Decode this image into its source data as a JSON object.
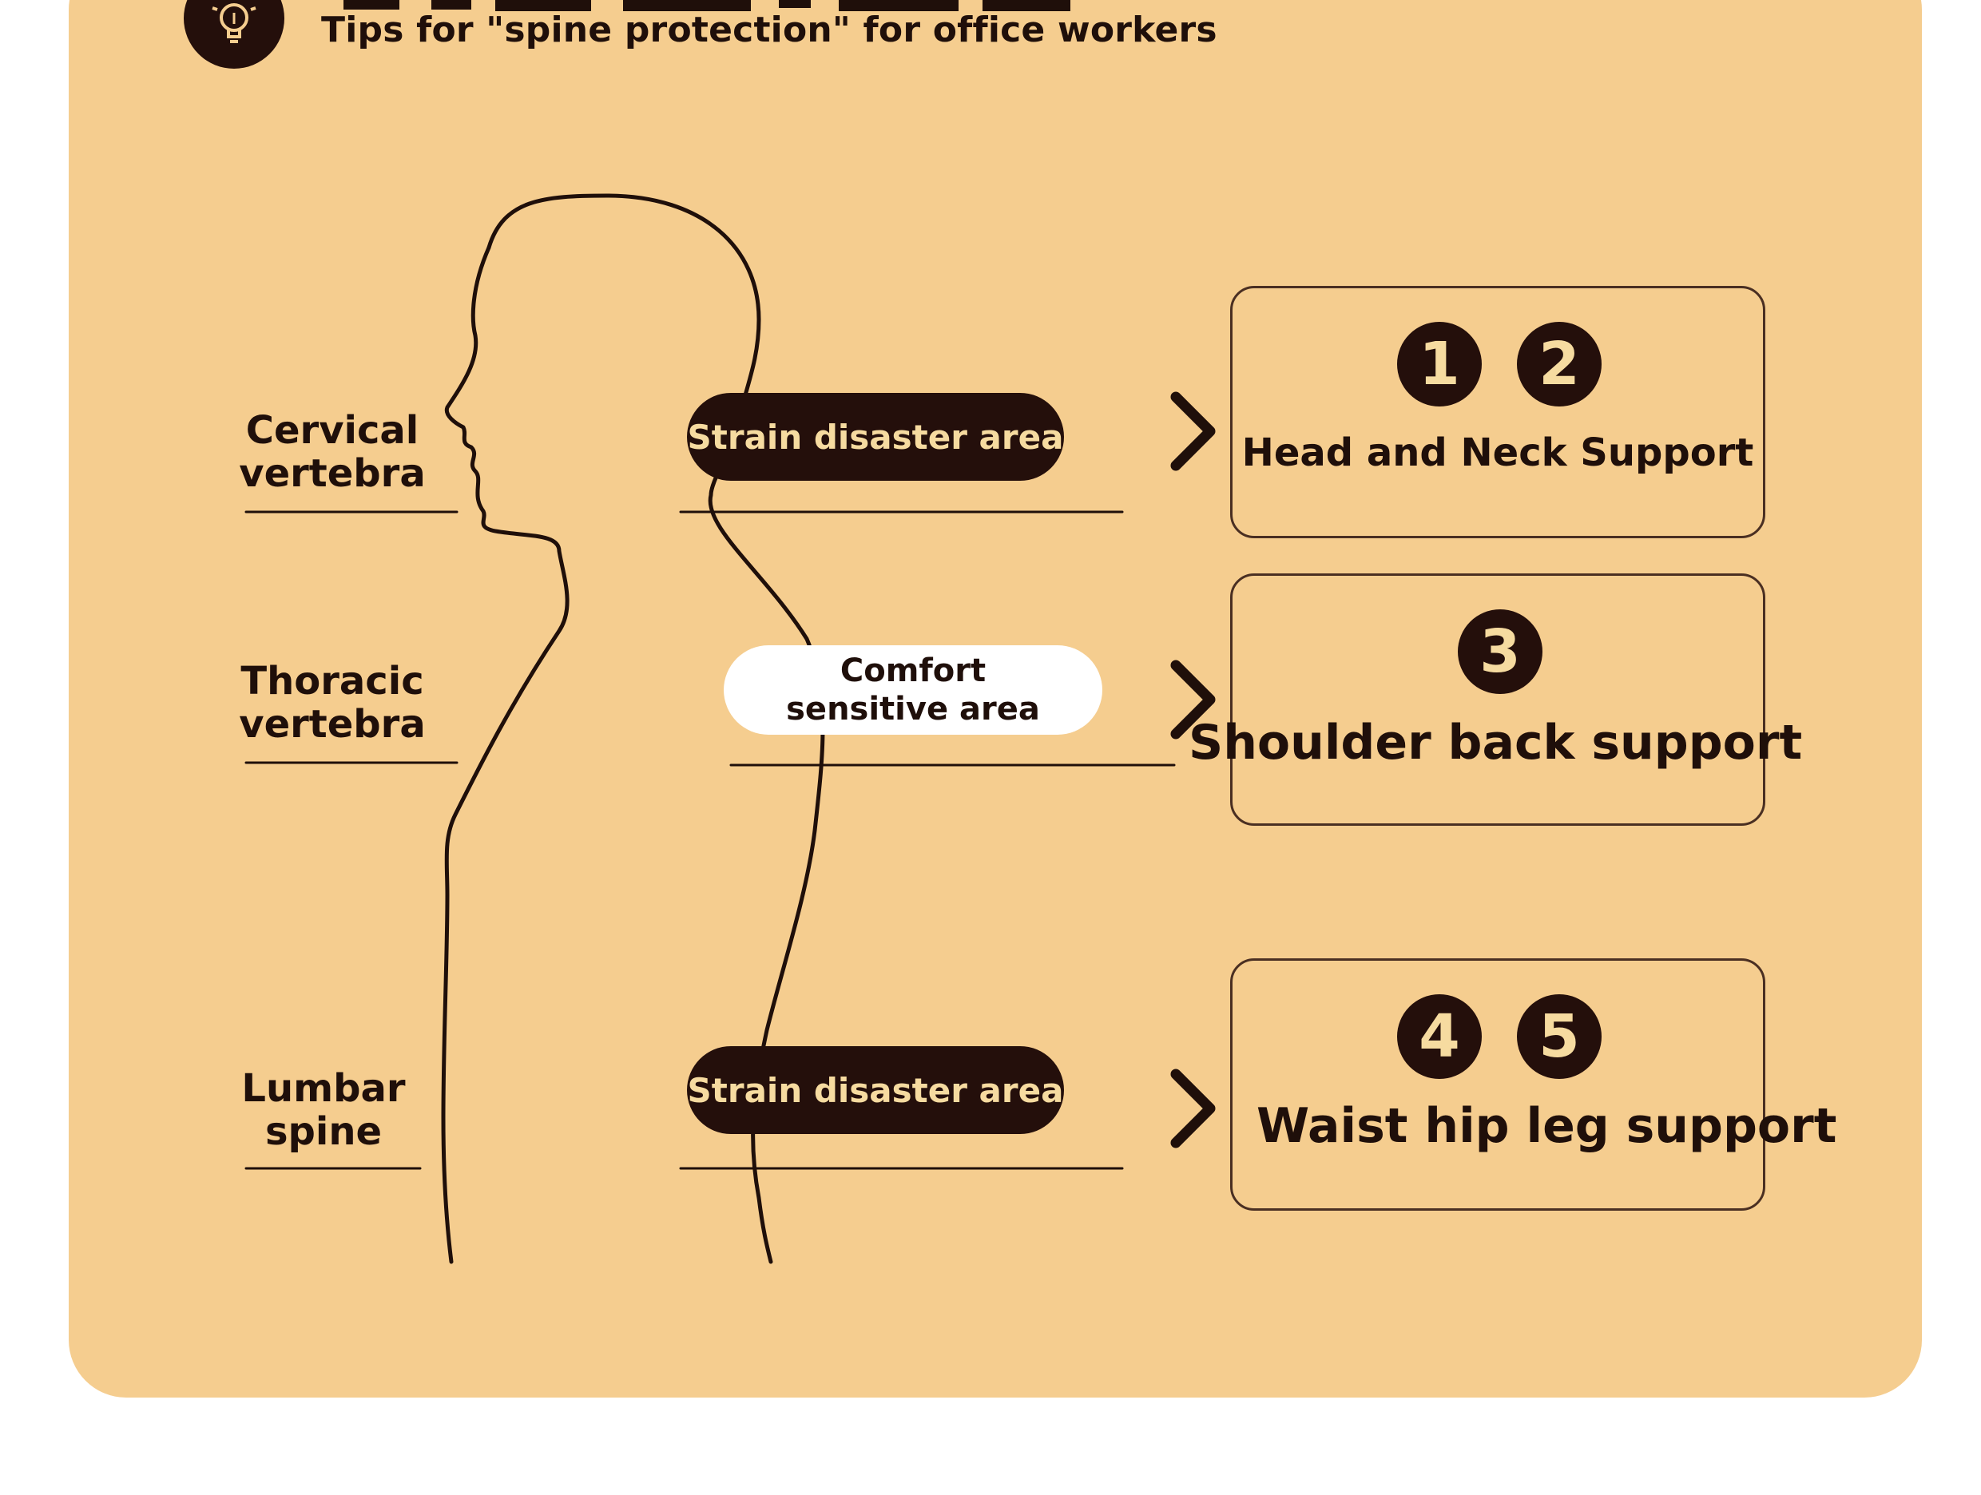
{
  "header": {
    "subtitle": "Tips for \"spine protection\" for office workers",
    "icon": "lightbulb-icon"
  },
  "spine_regions": [
    {
      "label": "Cervical vertebra"
    },
    {
      "label": "Thoracic vertebra"
    },
    {
      "label": "Lumbar spine"
    }
  ],
  "areas": [
    {
      "label": "Strain disaster area",
      "style": "dark"
    },
    {
      "label": "Comfort sensitive area",
      "style": "light"
    },
    {
      "label": "Strain disaster area",
      "style": "dark"
    }
  ],
  "supports": [
    {
      "numbers": [
        "1",
        "2"
      ],
      "label": "Head and Neck Support"
    },
    {
      "numbers": [
        "3"
      ],
      "label": "Shoulder back support"
    },
    {
      "numbers": [
        "4",
        "5"
      ],
      "label": "Waist hip leg support"
    }
  ],
  "colors": {
    "panel": "#f5cd8f",
    "dark": "#240f0b",
    "accent_text": "#f6dba0"
  }
}
